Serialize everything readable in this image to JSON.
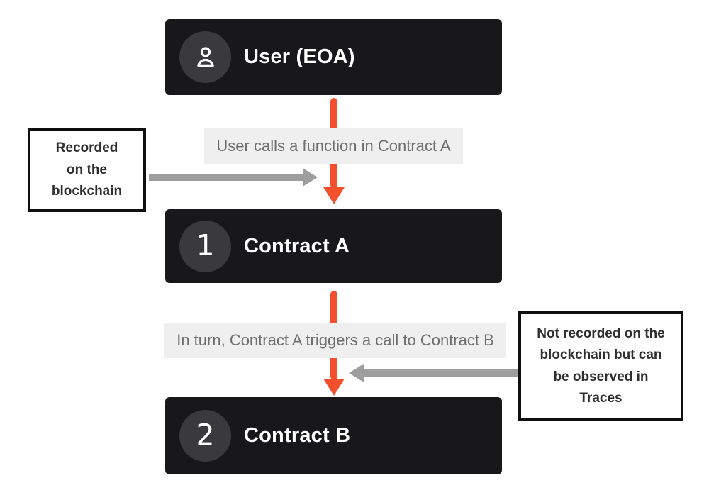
{
  "colors": {
    "node_background": "#18181a",
    "badge_background": "#3a3a3d",
    "arrow_orange": "#f4502d",
    "arrow_gray": "#9e9e9e",
    "edge_label_background": "#efefef",
    "edge_label_text": "#6e6e6e",
    "note_border": "#0f0f0f",
    "note_text": "#2e2e2e",
    "node_text": "#ffffff"
  },
  "nodes": [
    {
      "title": "User (EOA)",
      "badge": "user-icon"
    },
    {
      "title": "Contract A",
      "badge": "1"
    },
    {
      "title": "Contract B",
      "badge": "2"
    }
  ],
  "edges": [
    {
      "label": "User calls a function in Contract A"
    },
    {
      "label": "In turn, Contract A triggers a call to Contract B"
    }
  ],
  "notes": {
    "left": {
      "text": "Recorded\non the\nblockchain"
    },
    "right": {
      "text": "Not recorded on the\nblockchain but can\nbe observed in\nTraces"
    }
  }
}
